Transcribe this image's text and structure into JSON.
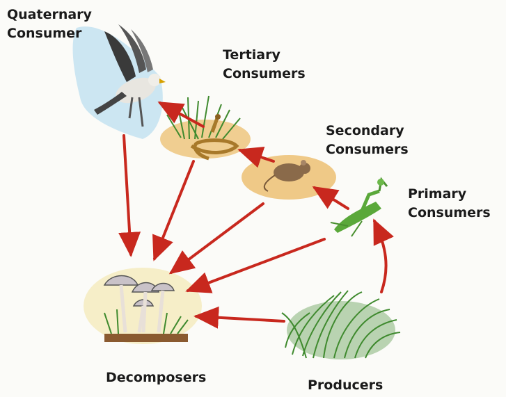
{
  "labels": {
    "quaternary": {
      "line1": "Quaternary",
      "line2": "Consumer"
    },
    "tertiary": {
      "line1": "Tertiary",
      "line2": "Consumers"
    },
    "secondary": {
      "line1": "Secondary",
      "line2": "Consumers"
    },
    "primary": {
      "line1": "Primary",
      "line2": "Consumers"
    },
    "decomposers": "Decomposers",
    "producers": "Producers"
  },
  "colors": {
    "arrow": "#c8281e",
    "grass": "#3f8a2e",
    "straw": "#e8a93c",
    "sky": "#bcdff0",
    "mantis": "#5aa83a"
  },
  "organisms": {
    "quaternary": "bird-of-prey-icon",
    "tertiary": "snake-icon",
    "secondary": "mouse-icon",
    "primary": "mantis-icon",
    "decomposers": "mushroom-icon",
    "producers": "grass-icon"
  }
}
